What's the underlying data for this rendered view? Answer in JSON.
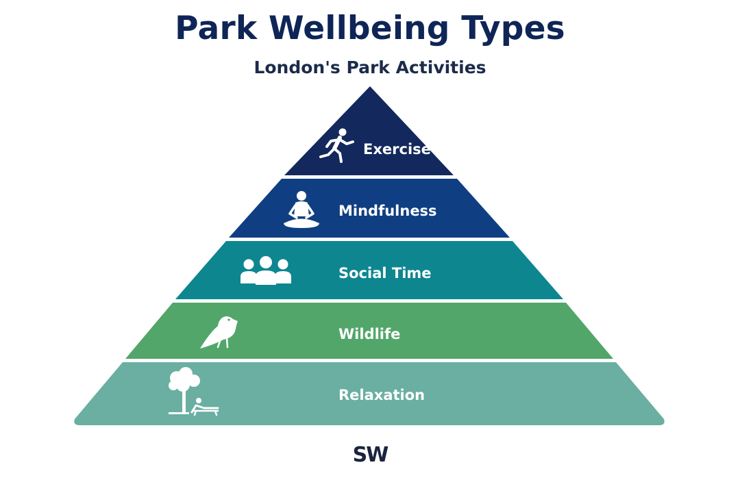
{
  "header": {
    "title": "Park Wellbeing Types",
    "subtitle": "London's Park Activities"
  },
  "pyramid": {
    "tiers": [
      {
        "label": "Exercise",
        "icon": "running-person-icon",
        "color": "#13285c"
      },
      {
        "label": "Mindfulness",
        "icon": "meditation-icon",
        "color": "#0f3f82"
      },
      {
        "label": "Social Time",
        "icon": "group-icon",
        "color": "#0e8690"
      },
      {
        "label": "Wildlife",
        "icon": "bird-icon",
        "color": "#52a66a"
      },
      {
        "label": "Relaxation",
        "icon": "tree-lounger-icon",
        "color": "#6aafa1"
      }
    ]
  },
  "footer": {
    "logo": "SW"
  }
}
